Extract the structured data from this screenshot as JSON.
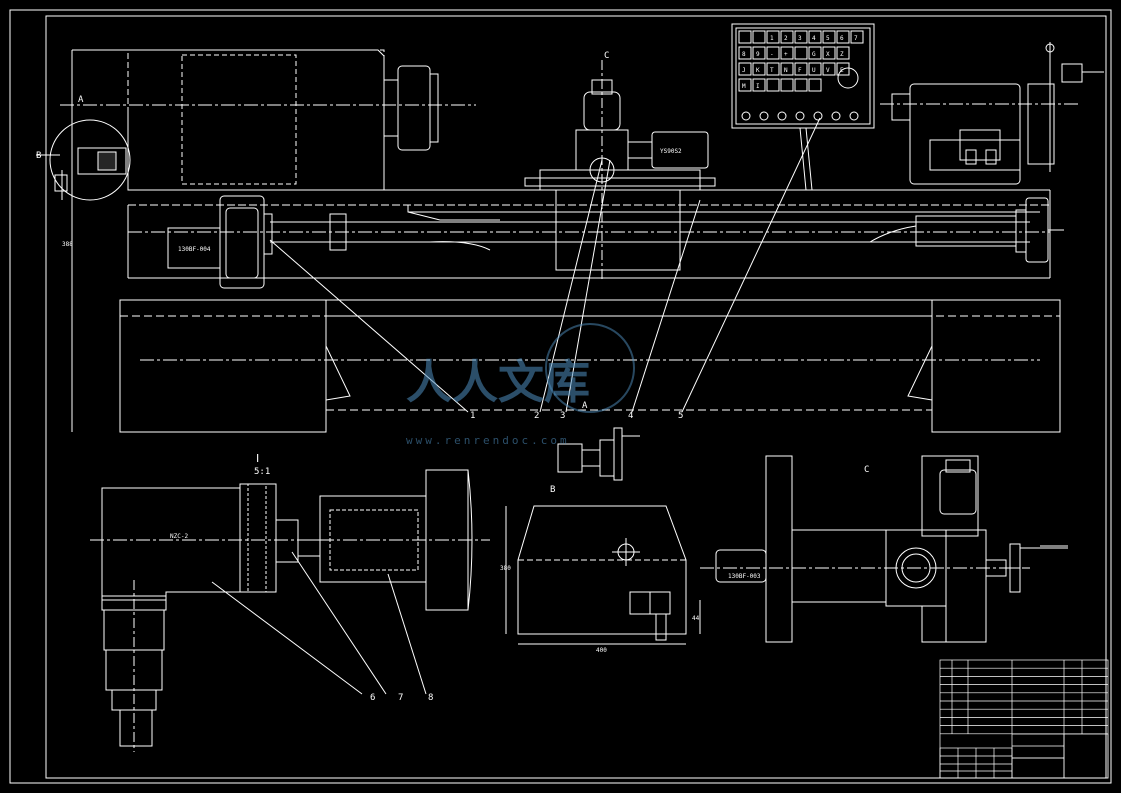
{
  "views": {
    "A": "A",
    "B": "B",
    "C": "C",
    "section_top_C": "C",
    "detail_I": "I",
    "detail_scale": "5:1"
  },
  "callouts": [
    "1",
    "2",
    "3",
    "4",
    "5",
    "6",
    "7",
    "8"
  ],
  "component_labels": {
    "motor_left": "130BF-004",
    "motor_top": "YS90S2",
    "motor_c": "130BF-003",
    "detail_part": "NZC-2"
  },
  "control_panel": {
    "row1": [
      "",
      "",
      "1",
      "2",
      "3",
      "4",
      "5",
      "6",
      "7"
    ],
    "row2": [
      "8",
      "9",
      "-",
      "+",
      "",
      "G",
      "X",
      "Z"
    ],
    "row3": [
      "J",
      "K",
      "T",
      "N",
      "F",
      "U",
      "V",
      "E"
    ],
    "row4": [
      "M",
      "I",
      "",
      "",
      "",
      ""
    ]
  },
  "dimensions": {
    "height_main": "388",
    "b_height": "380",
    "b_width": "400",
    "b_small_h": "44"
  },
  "watermark": {
    "text": "人人文库",
    "url": "www.renrendoc.com"
  }
}
